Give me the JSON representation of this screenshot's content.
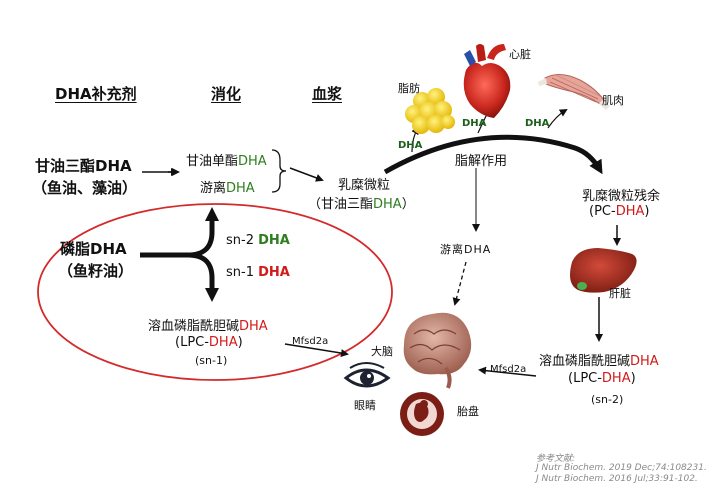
{
  "headers": {
    "supplement": "DHA补充剂",
    "digestion": "消化",
    "plasma": "血浆"
  },
  "sources": {
    "triglyceride": "甘油三酯DHA",
    "triglyceride_src": "（鱼油、藻油）",
    "phospholipid": "磷脂DHA",
    "phospholipid_src": "（鱼籽油）"
  },
  "digestion": {
    "mono_prefix": "甘油单酯",
    "mono_dha": "DHA",
    "free_prefix": "游离",
    "free_dha": "DHA",
    "sn2_prefix": "sn-2 ",
    "sn2_dha": "DHA",
    "sn1_prefix": "sn-1 ",
    "sn1_dha": "DHA"
  },
  "lpc_left": {
    "name_prefix": "溶血磷脂酰胆碱",
    "name_dha": "DHA",
    "abbr_prefix": "(LPC-",
    "abbr_dha": "DHA",
    "abbr_suffix": ")",
    "position": "(sn-1)"
  },
  "chylomicron": {
    "name": "乳糜微粒",
    "sub_prefix": "（甘油三酯",
    "sub_dha": "DHA",
    "sub_suffix": "）"
  },
  "lipolysis": "脂解作用",
  "free_dha_label": "游离DHA",
  "remnant": {
    "name": "乳糜微粒残余",
    "abbr_prefix": "(PC-",
    "abbr_dha": "DHA",
    "abbr_suffix": ")"
  },
  "organs": {
    "fat": "脂肪",
    "heart": "心脏",
    "muscle": "肌肉",
    "liver": "肝脏",
    "brain": "大脑",
    "eye": "眼睛",
    "placenta": "胎盘"
  },
  "dha_tags": [
    "DHA",
    "DHA",
    "DHA"
  ],
  "transporter": "Mfsd2a",
  "lpc_right": {
    "name_prefix": "溶血磷脂酰胆碱",
    "name_dha": "DHA",
    "abbr_prefix": "(LPC-",
    "abbr_dha": "DHA",
    "abbr_suffix": ")",
    "position": "(sn-2)"
  },
  "references": {
    "title": "参考文献:",
    "ref1": "J Nutr Biochem. 2019 Dec;74:108231.",
    "ref2": "J Nutr Biochem. 2016 Jul;33:91-102."
  },
  "colors": {
    "green_dha": "#2e7d1e",
    "red_dha": "#d11a1a",
    "ellipse": "#d42a2a"
  }
}
